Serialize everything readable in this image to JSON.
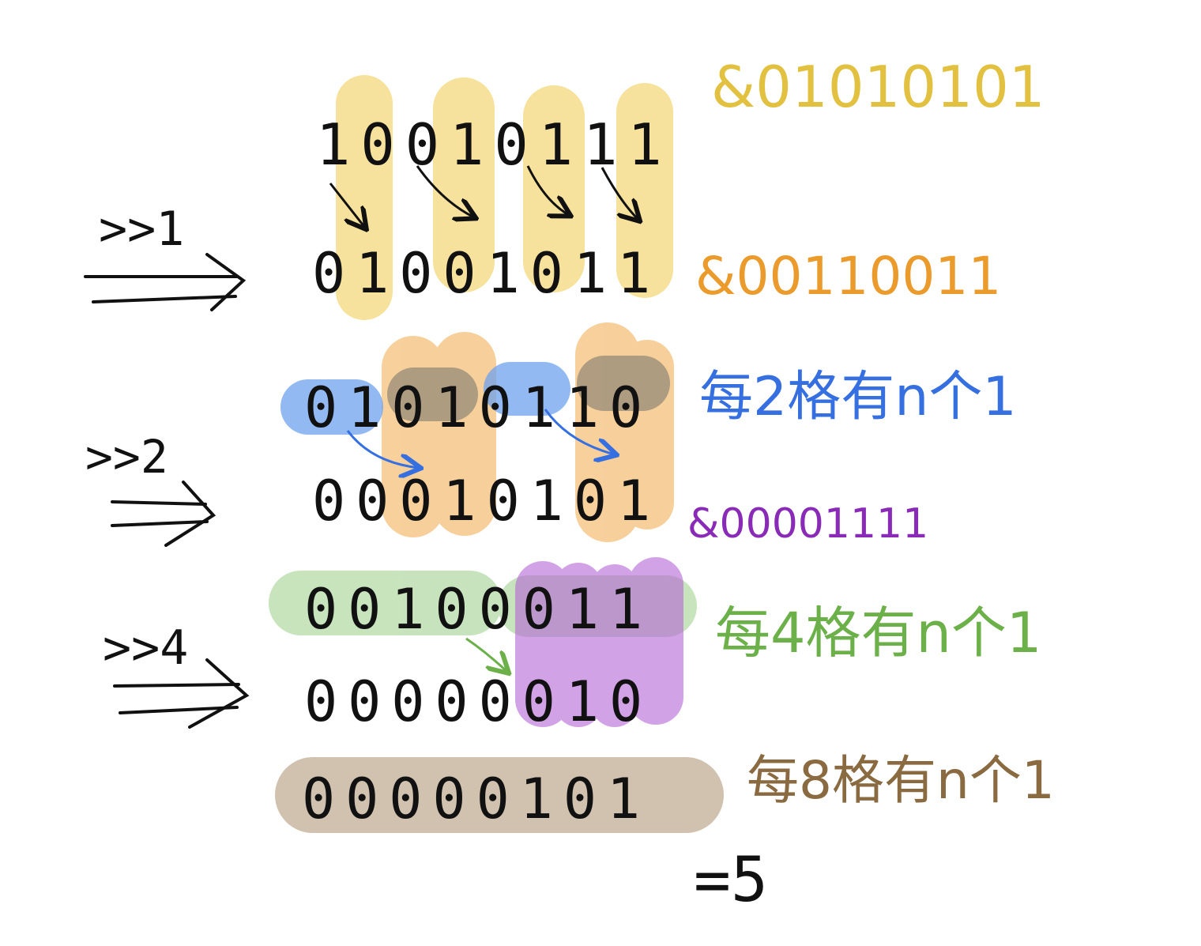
{
  "colors": {
    "ink": "#111111",
    "yellow": "#f2d36b",
    "orange": "#f0a94a",
    "blue": "#6ea2ee",
    "gray": "#8f8b80",
    "green": "#a9d59a",
    "purple": "#b565d6",
    "brown": "#b9a48d",
    "note_yellow": "#e2c040",
    "note_orange": "#eb9a2c",
    "note_blue": "#3670e0",
    "note_purple": "#8a2bb8",
    "note_green": "#6cb04a",
    "note_brown": "#8a6a40"
  },
  "rows": {
    "row1": "10010111",
    "row2": "01001011",
    "row3": "01010110",
    "row4": "00010101",
    "row5": "00100011",
    "row6": "00000010",
    "row7": "00000101"
  },
  "shifts": {
    "s1": ">>1",
    "s2": ">>2",
    "s3": ">>4"
  },
  "masks": {
    "m1": "&01010101",
    "m2": "&00110011",
    "m3": "&00001111"
  },
  "notes": {
    "n2": "每2格有n个1",
    "n4": "每4格有n个1",
    "n8": "每8格有n个1"
  },
  "result": "=5"
}
